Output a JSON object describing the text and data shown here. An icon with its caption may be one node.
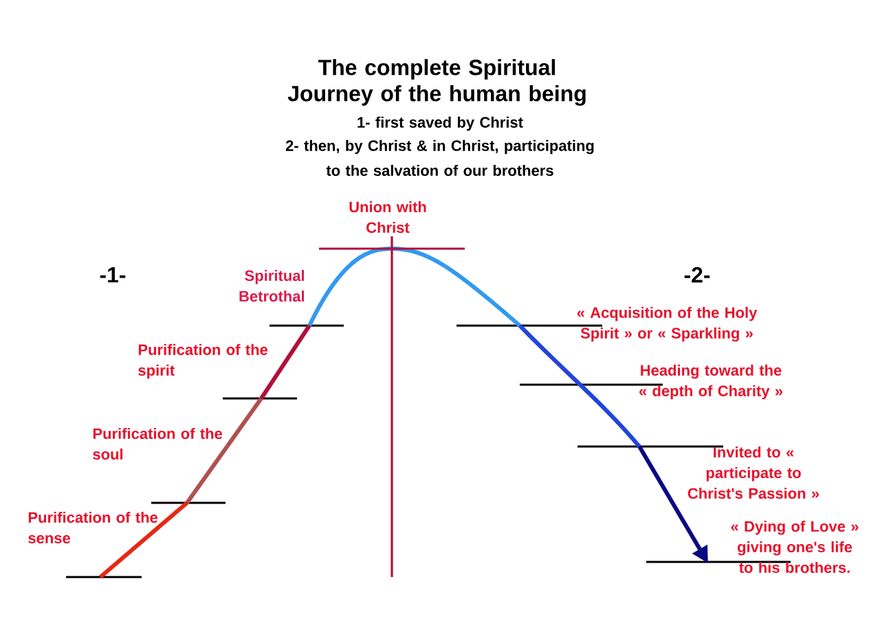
{
  "diagram": {
    "title": "The complete Spiritual Journey of the human being",
    "labels": [
      "1- first saved by Christ",
      "2- then, by Christ & in Christ, participating",
      "to the salvation of our brothers",
      "Union with Christ",
      "-1-",
      "-2-",
      "Spiritual Betrothal",
      "Purification of the spirit",
      "Purification of the soul",
      "Purification of the sense",
      "« Acquisition of the Holy Spirit  » or « Sparkling »",
      "Heading toward the « depth of Charity »",
      "Invited to « participate to Christ's Passion »",
      "« Dying of Love » giving one's life to his brothers."
    ]
  }
}
